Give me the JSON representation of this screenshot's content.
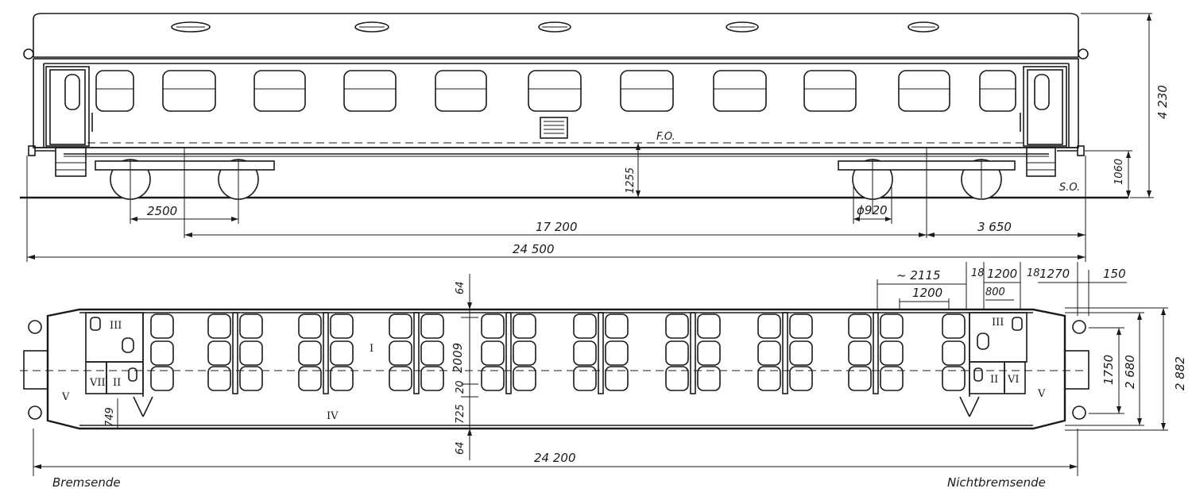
{
  "side_view": {
    "dimensions": {
      "bogie_wheelbase": "2500",
      "bogie_centers": "17 200",
      "overhang": "3 650",
      "length_over_buffers": "24 500",
      "floor_height": "1255",
      "buffer_height": "1060",
      "overall_height": "4 230",
      "wheel_diameter": "ϕ920"
    },
    "labels": {
      "floor_level": "F.O.",
      "rail_level": "S.O."
    }
  },
  "plan_view": {
    "dimensions": {
      "compartment_pitch": "~ 2115",
      "seat_pitch": "1200",
      "partition_a": "18",
      "door_width": "1200",
      "door_inner": "800",
      "partition_b": "18",
      "vestibule": "1270",
      "end_offset": "150",
      "side_margin_top": "64",
      "seating_width": "2009",
      "centre_gap": "20",
      "aisle_width": "725",
      "side_margin_bottom": "64",
      "door_step": "749",
      "gangway_width": "1750",
      "inner_width": "2 680",
      "overall_width": "2 882",
      "body_length": "24 200"
    },
    "rooms": {
      "seating": "I",
      "washroom": "II",
      "toilet": "III",
      "aisle": "IV",
      "vestibule": "V",
      "locker": "VI",
      "cabinet": "VII"
    },
    "end_labels": {
      "brake_end": "Bremsende",
      "non_brake_end": "Nichtbremsende"
    }
  }
}
